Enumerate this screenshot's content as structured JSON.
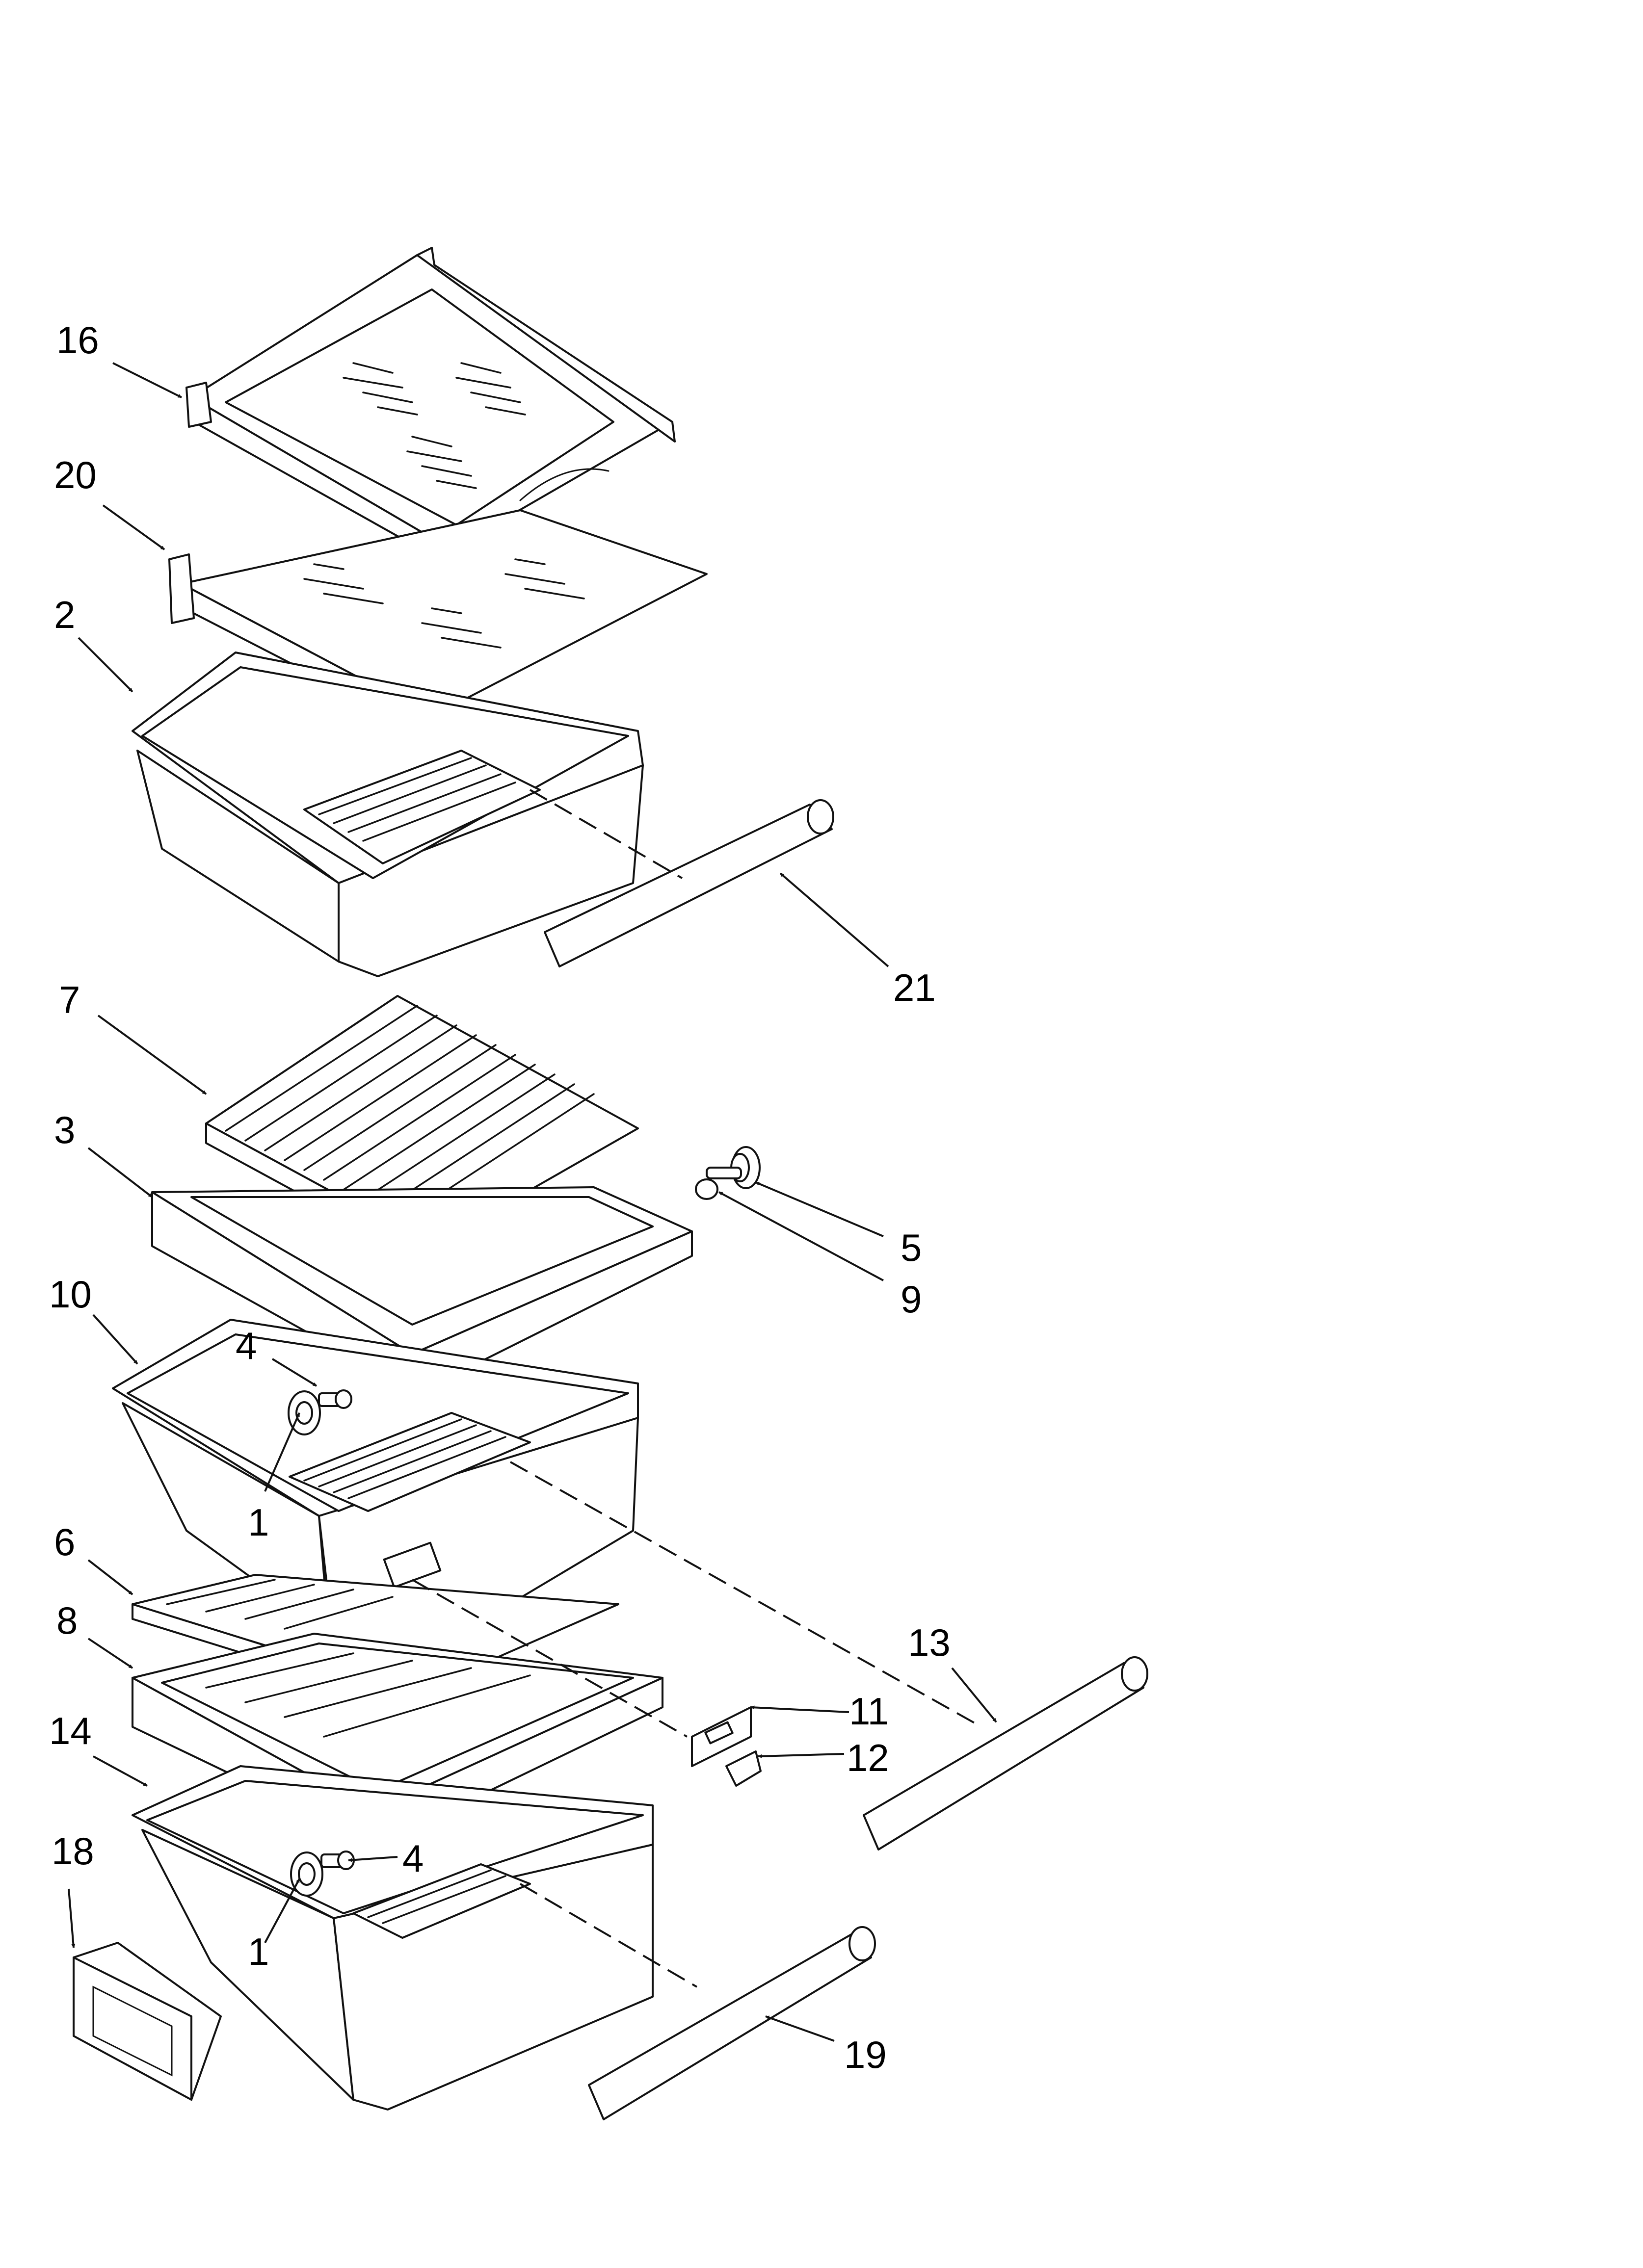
{
  "callouts": {
    "c16": "16",
    "c20": "20",
    "c2": "2",
    "c21": "21",
    "c7": "7",
    "c3": "3",
    "c5": "5",
    "c9": "9",
    "c10": "10",
    "c4a": "4",
    "c1a": "1",
    "c6": "6",
    "c8": "8",
    "c13": "13",
    "c11": "11",
    "c12": "12",
    "c14": "14",
    "c4b": "4",
    "c18": "18",
    "c1b": "1",
    "c19": "19"
  },
  "colors": {
    "line": "#111111",
    "background": "#ffffff"
  }
}
